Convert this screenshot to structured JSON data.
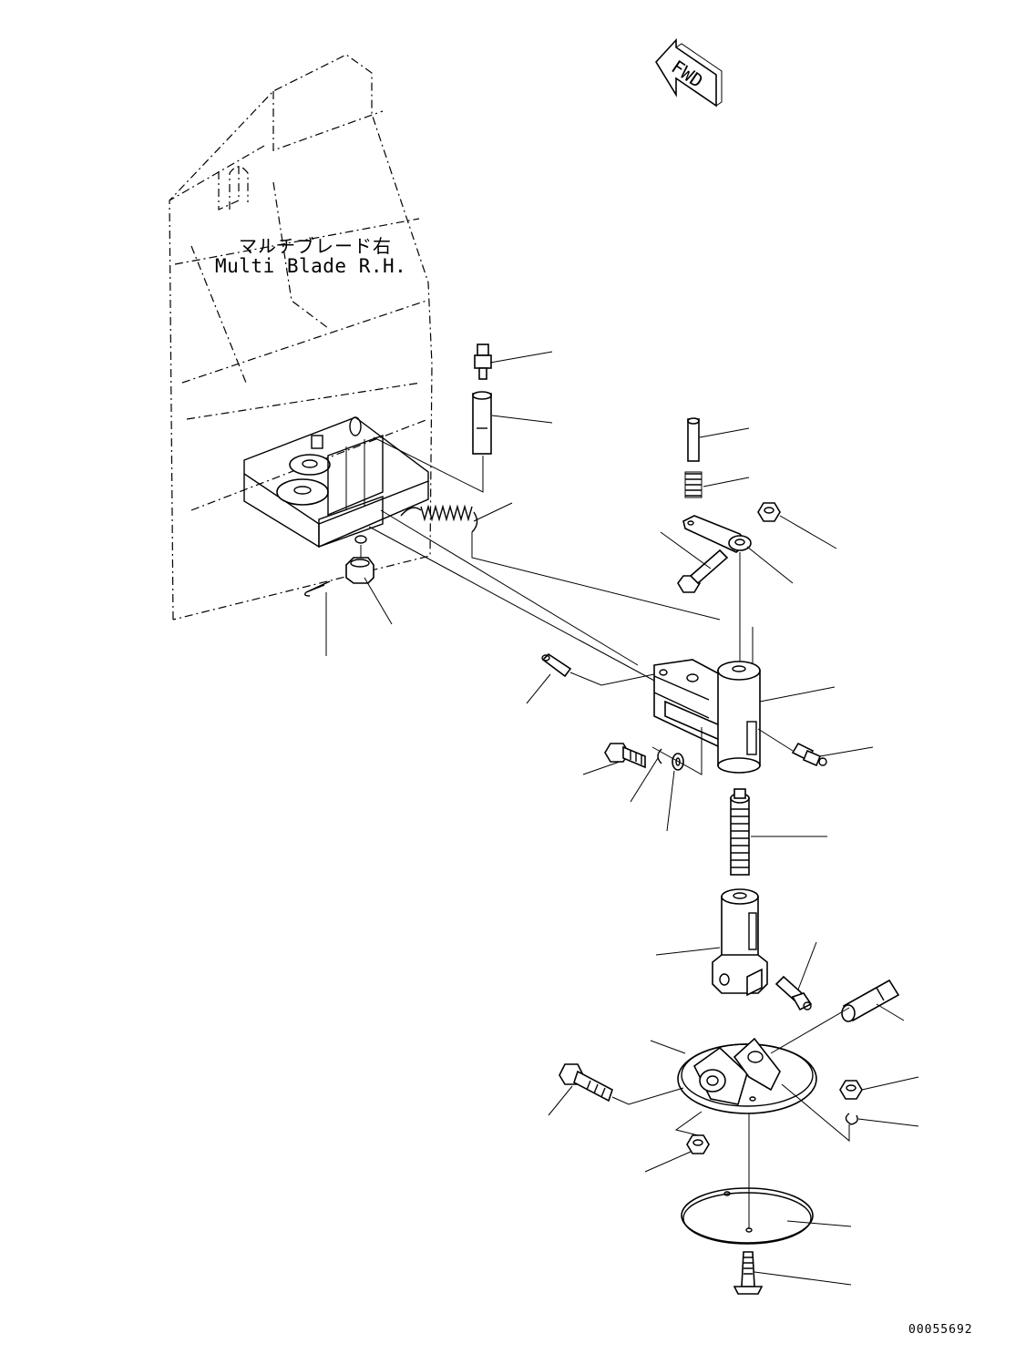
{
  "fwd_arrow": {
    "text": "FWD"
  },
  "assembly_label": {
    "japanese": "マルチブレード右",
    "english": "Multi Blade R.H."
  },
  "drawing_number": "00055692"
}
